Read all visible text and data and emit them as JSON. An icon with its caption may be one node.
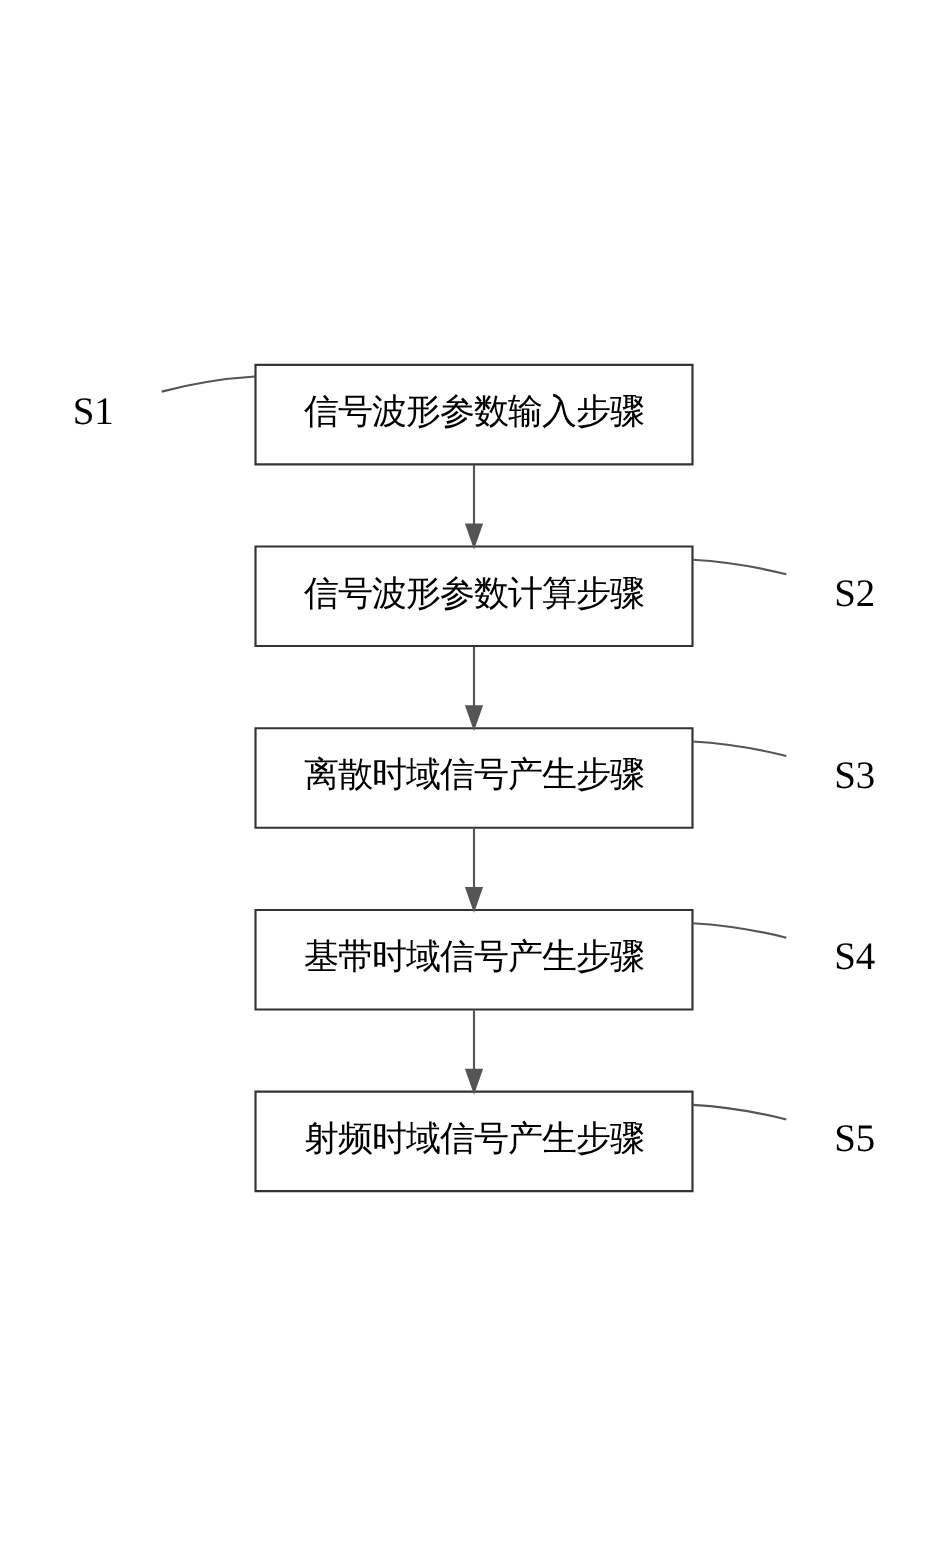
{
  "diagram": {
    "nodes": [
      {
        "text": [
          "S1"
        ]
      },
      {
        "text": [
          "信号波形参数输入步骤"
        ]
      },
      {
        "text": [
          "S2"
        ]
      },
      {
        "text": [
          "信号波形参数计算步骤"
        ]
      },
      {
        "text": [
          "S3"
        ]
      },
      {
        "text": [
          "离散时域信号产生步骤"
        ]
      },
      {
        "text": [
          "S4"
        ]
      },
      {
        "text": [
          "基带时域信号产生步骤"
        ]
      },
      {
        "text": [
          "S5"
        ]
      },
      {
        "text": [
          "射频时域信号产生步骤"
        ]
      }
    ],
    "edges": [
      {
        "from": 0,
        "to": 1,
        "arrow": "none"
      },
      {
        "from": 1,
        "to": 3,
        "arrow": "to"
      },
      {
        "from": 2,
        "to": 3,
        "arrow": "none"
      },
      {
        "from": 3,
        "to": 5,
        "arrow": "to"
      },
      {
        "from": 4,
        "to": 5,
        "arrow": "none"
      },
      {
        "from": 5,
        "to": 7,
        "arrow": "to"
      },
      {
        "from": 6,
        "to": 7,
        "arrow": "none"
      },
      {
        "from": 7,
        "to": 9,
        "arrow": "to"
      },
      {
        "from": 8,
        "to": 9,
        "arrow": "none"
      }
    ]
  }
}
